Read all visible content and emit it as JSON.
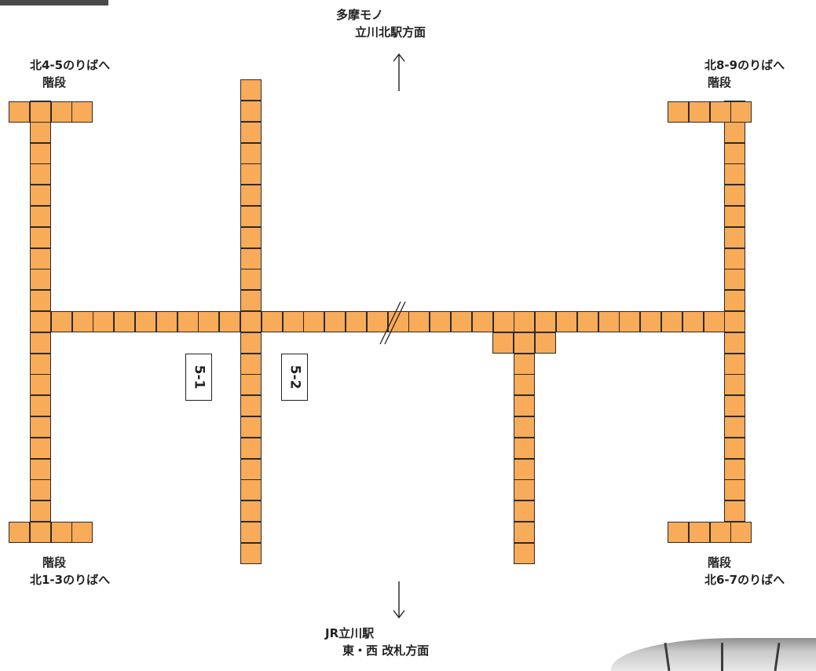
{
  "labels": {
    "north_direction": {
      "line1": "多摩モノ",
      "line2": "立川北駅方面"
    },
    "south_direction": {
      "line1": "JR立川駅",
      "line2": "東・西 改札方面"
    },
    "top_left_stairs": {
      "line1": "北4-5のりばへ",
      "line2": "階段"
    },
    "top_right_stairs": {
      "line1": "北8-9のりばへ",
      "line2": "階段"
    },
    "bottom_left_stairs": {
      "line1": "階段",
      "line2": "北1-3のりばへ"
    },
    "bottom_right_stairs": {
      "line1": "階段",
      "line2": "北6-7のりばへ"
    }
  },
  "gates": {
    "gate_5_1": "5-1",
    "gate_5_2": "5-2"
  },
  "icons": {
    "north_arrow": "arrow-up-icon",
    "south_arrow": "arrow-down-icon",
    "break_mark": "double-slash-icon"
  },
  "colors": {
    "tactile_paving": "#F8AB59",
    "tile_border": "#2b2b2b",
    "text": "#222222"
  }
}
